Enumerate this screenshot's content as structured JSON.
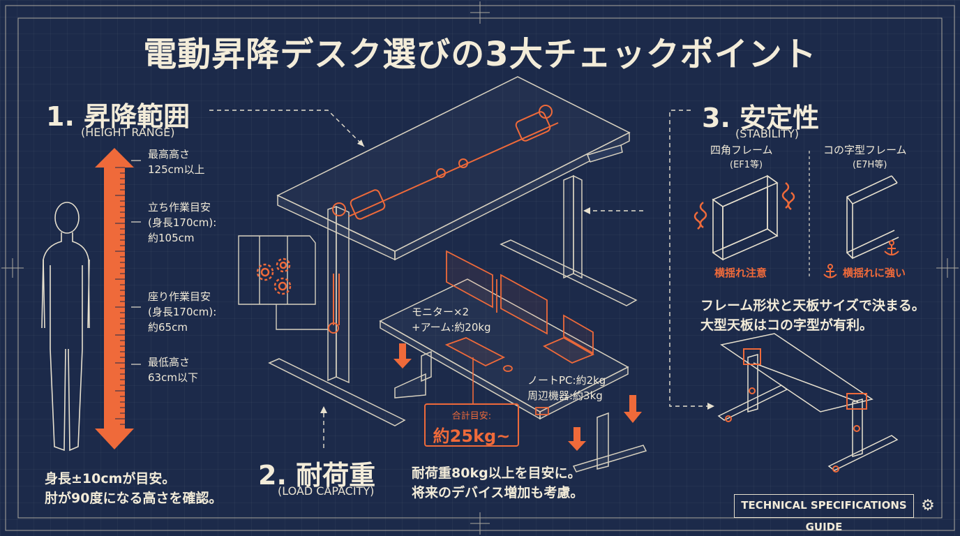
{
  "title": "電動昇降デスク選びの3大チェックポイント",
  "sections": {
    "height": {
      "heading": "1. 昇降範囲",
      "subheading": "(HEIGHT RANGE)",
      "max": "最高高さ\n125cm以上",
      "standing": "立ち作業目安\n(身長170cm):\n約105cm",
      "sitting": "座り作業目安\n(身長170cm):\n約65cm",
      "min": "最低高さ\n63cm以下",
      "note": "身長±10cmが目安。\n肘が90度になる高さを確認。"
    },
    "load": {
      "heading": "2. 耐荷重",
      "subheading": "(LOAD CAPACITY)",
      "monitor": "モニター×2\n+アーム:約20kg",
      "laptop": "ノートPC:約2kg\n周辺機器:約3kg",
      "total_label": "合計目安:",
      "total_value": "約25kg~",
      "note": "耐荷重80kg以上を目安に。\n将来のデバイス増加も考慮。"
    },
    "stability": {
      "heading": "3. 安定性",
      "subheading": "(STABILITY)",
      "square_frame": "四角フレーム",
      "square_model": "(EF1等)",
      "c_frame": "コの字型フレーム",
      "c_model": "(E7H等)",
      "square_warning": "横揺れ注意",
      "c_strength": "横揺れに強い",
      "note": "フレーム形状と天板サイズで決まる。\n大型天板はコの字型が有利。"
    }
  },
  "footer": {
    "label": "TECHNICAL SPECIFICATIONS GUIDE",
    "icon": "gear-icon"
  },
  "colors": {
    "background": "#1c2a4a",
    "line": "#e8e1cf",
    "accent": "#ef6a3a"
  }
}
